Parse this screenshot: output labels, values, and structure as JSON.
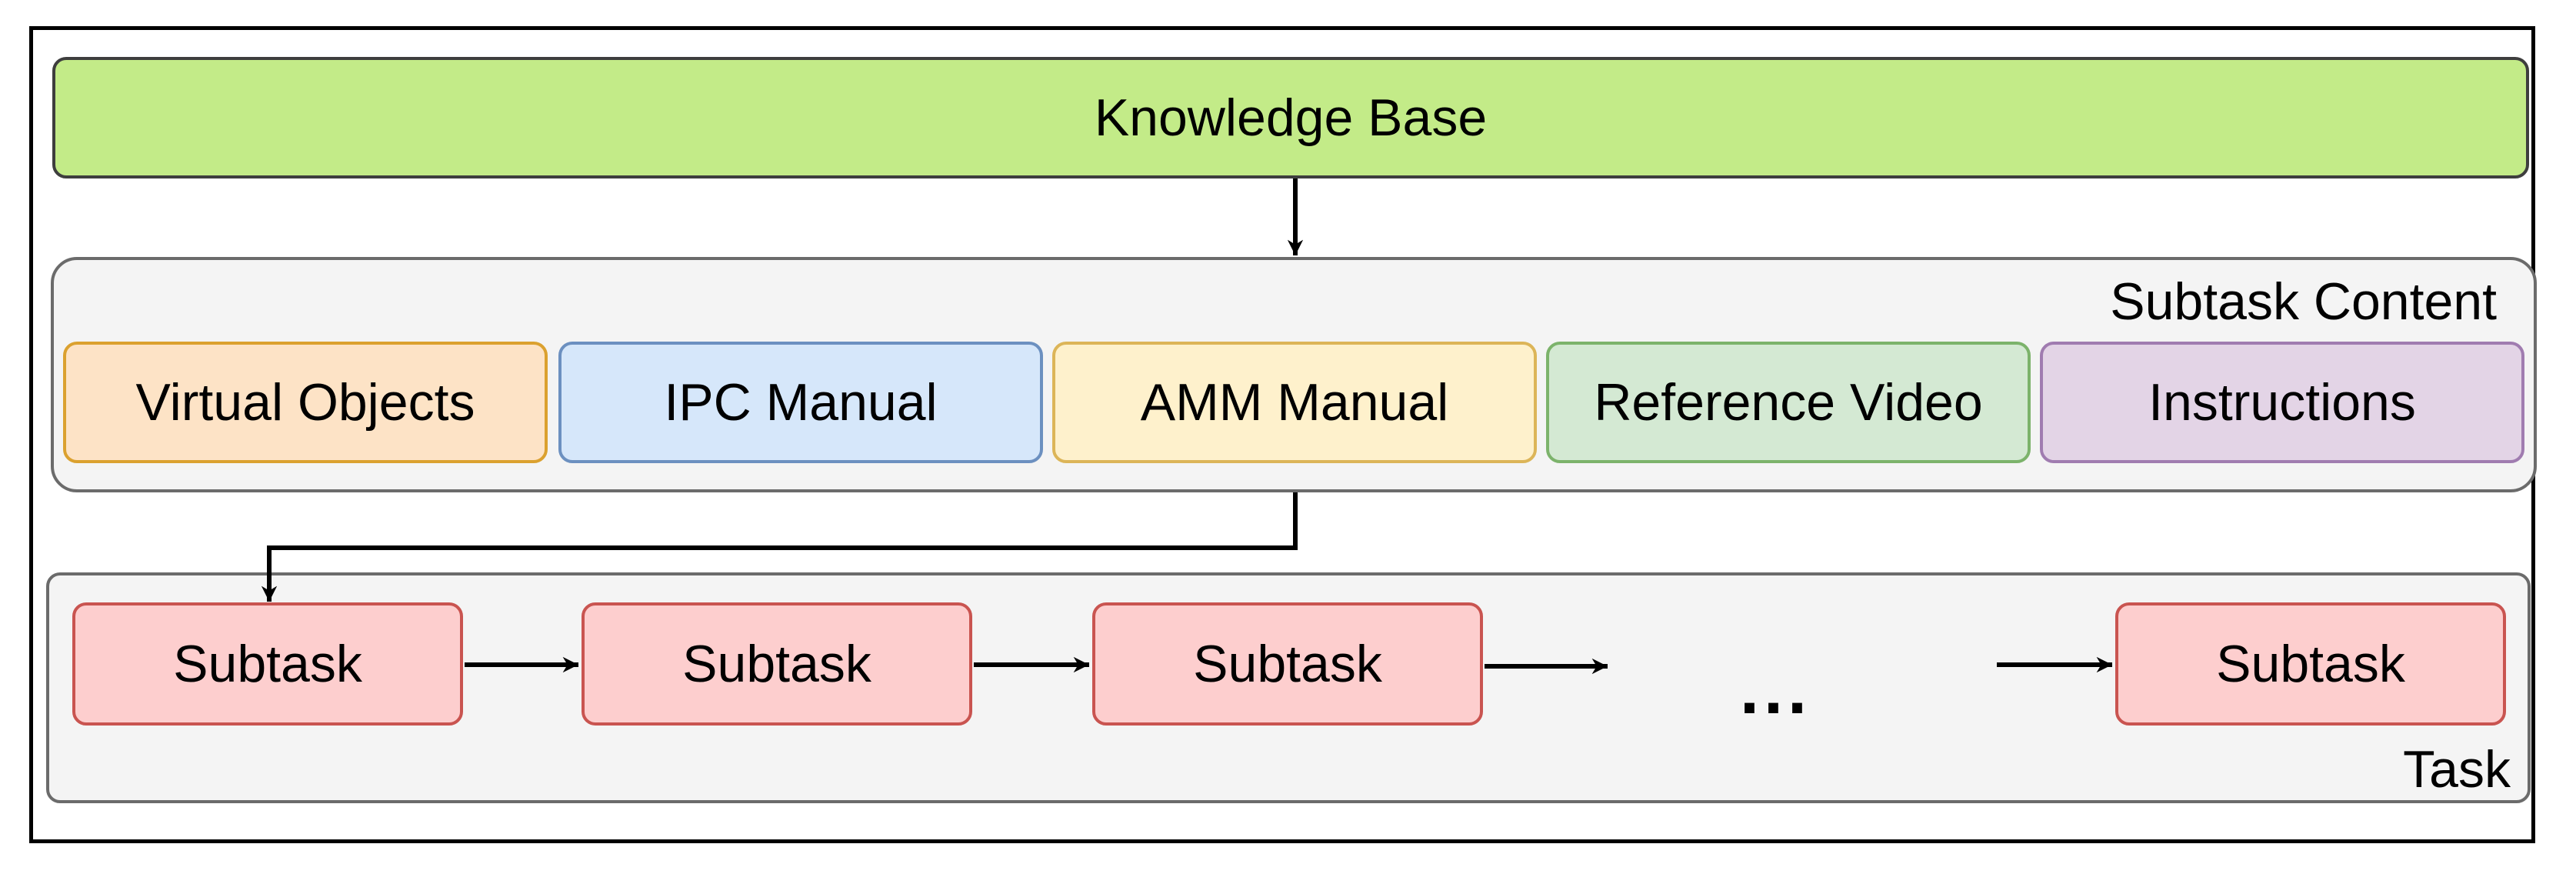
{
  "knowledge_base": {
    "label": "Knowledge Base",
    "color": "#c3eb88"
  },
  "subtask_content": {
    "label": "Subtask Content",
    "items": [
      {
        "label": "Virtual Objects",
        "fill": "#fde3c6",
        "stroke": "#dba12f"
      },
      {
        "label": "IPC Manual",
        "fill": "#d6e7fa",
        "stroke": "#6c90c0"
      },
      {
        "label": "AMM Manual",
        "fill": "#fef1cc",
        "stroke": "#dcb558"
      },
      {
        "label": "Reference Video",
        "fill": "#d4e9d3",
        "stroke": "#7cb36b"
      },
      {
        "label": "Instructions",
        "fill": "#e3d4e6",
        "stroke": "#a07cb0"
      }
    ]
  },
  "task": {
    "label": "Task",
    "subtasks": [
      "Subtask",
      "Subtask",
      "Subtask",
      "Subtask"
    ],
    "ellipsis": "..."
  }
}
